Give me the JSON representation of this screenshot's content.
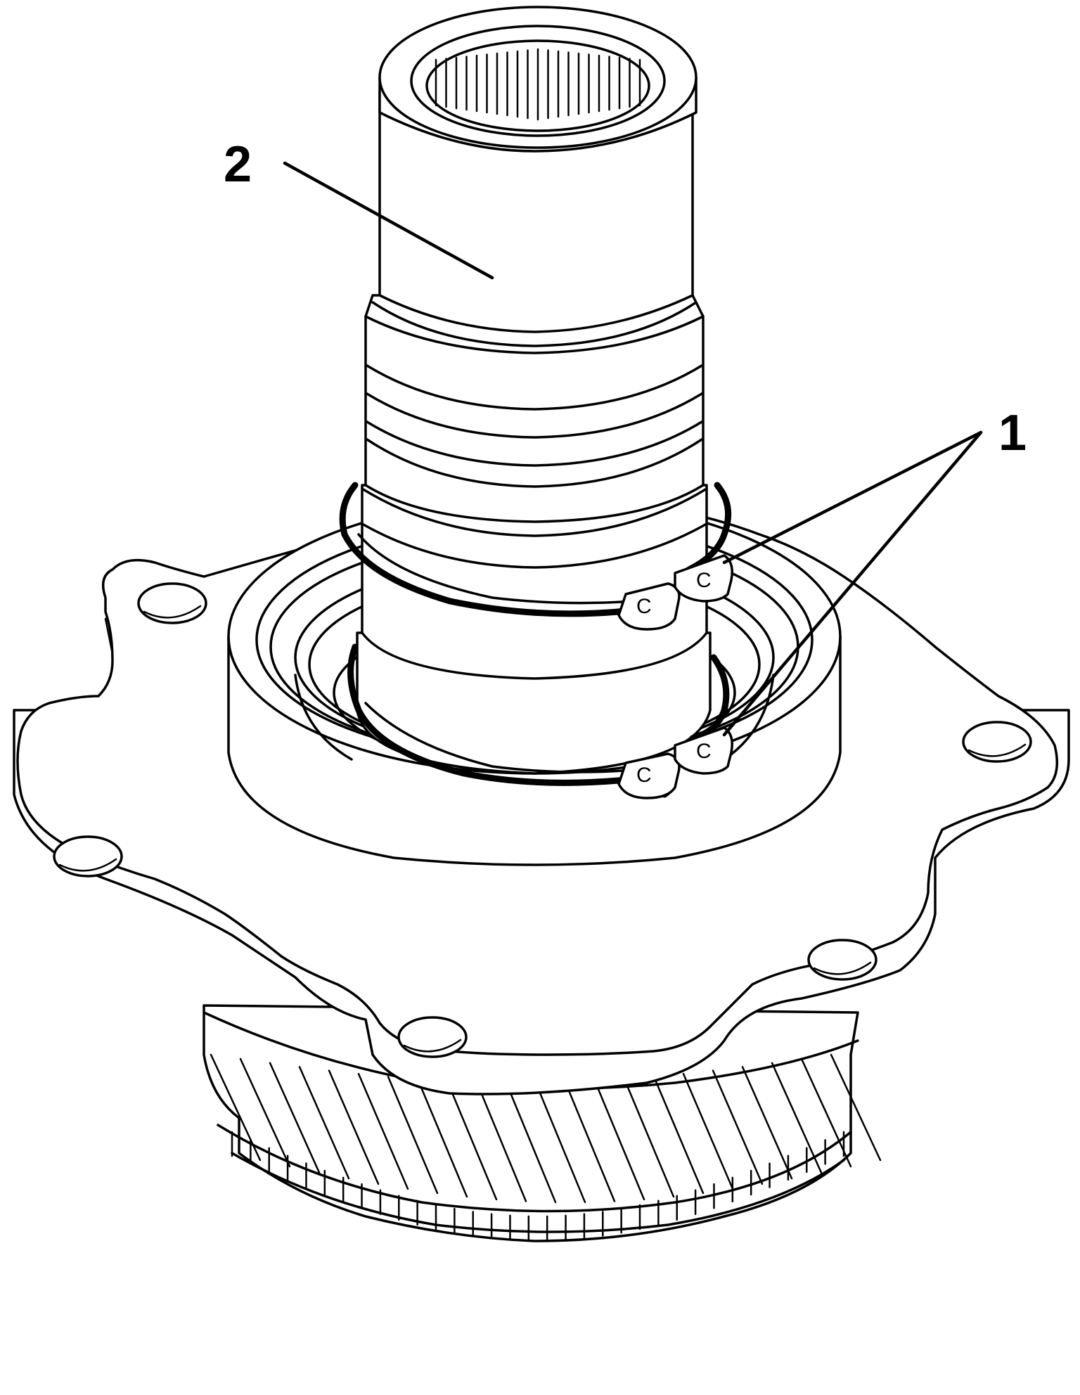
{
  "diagram": {
    "callouts": [
      {
        "id": "1",
        "text": "1"
      },
      {
        "id": "2",
        "text": "2"
      }
    ],
    "ring_markings": [
      "C",
      "C",
      "C",
      "C"
    ],
    "colors": {
      "line": "#000000",
      "background": "#ffffff"
    }
  }
}
